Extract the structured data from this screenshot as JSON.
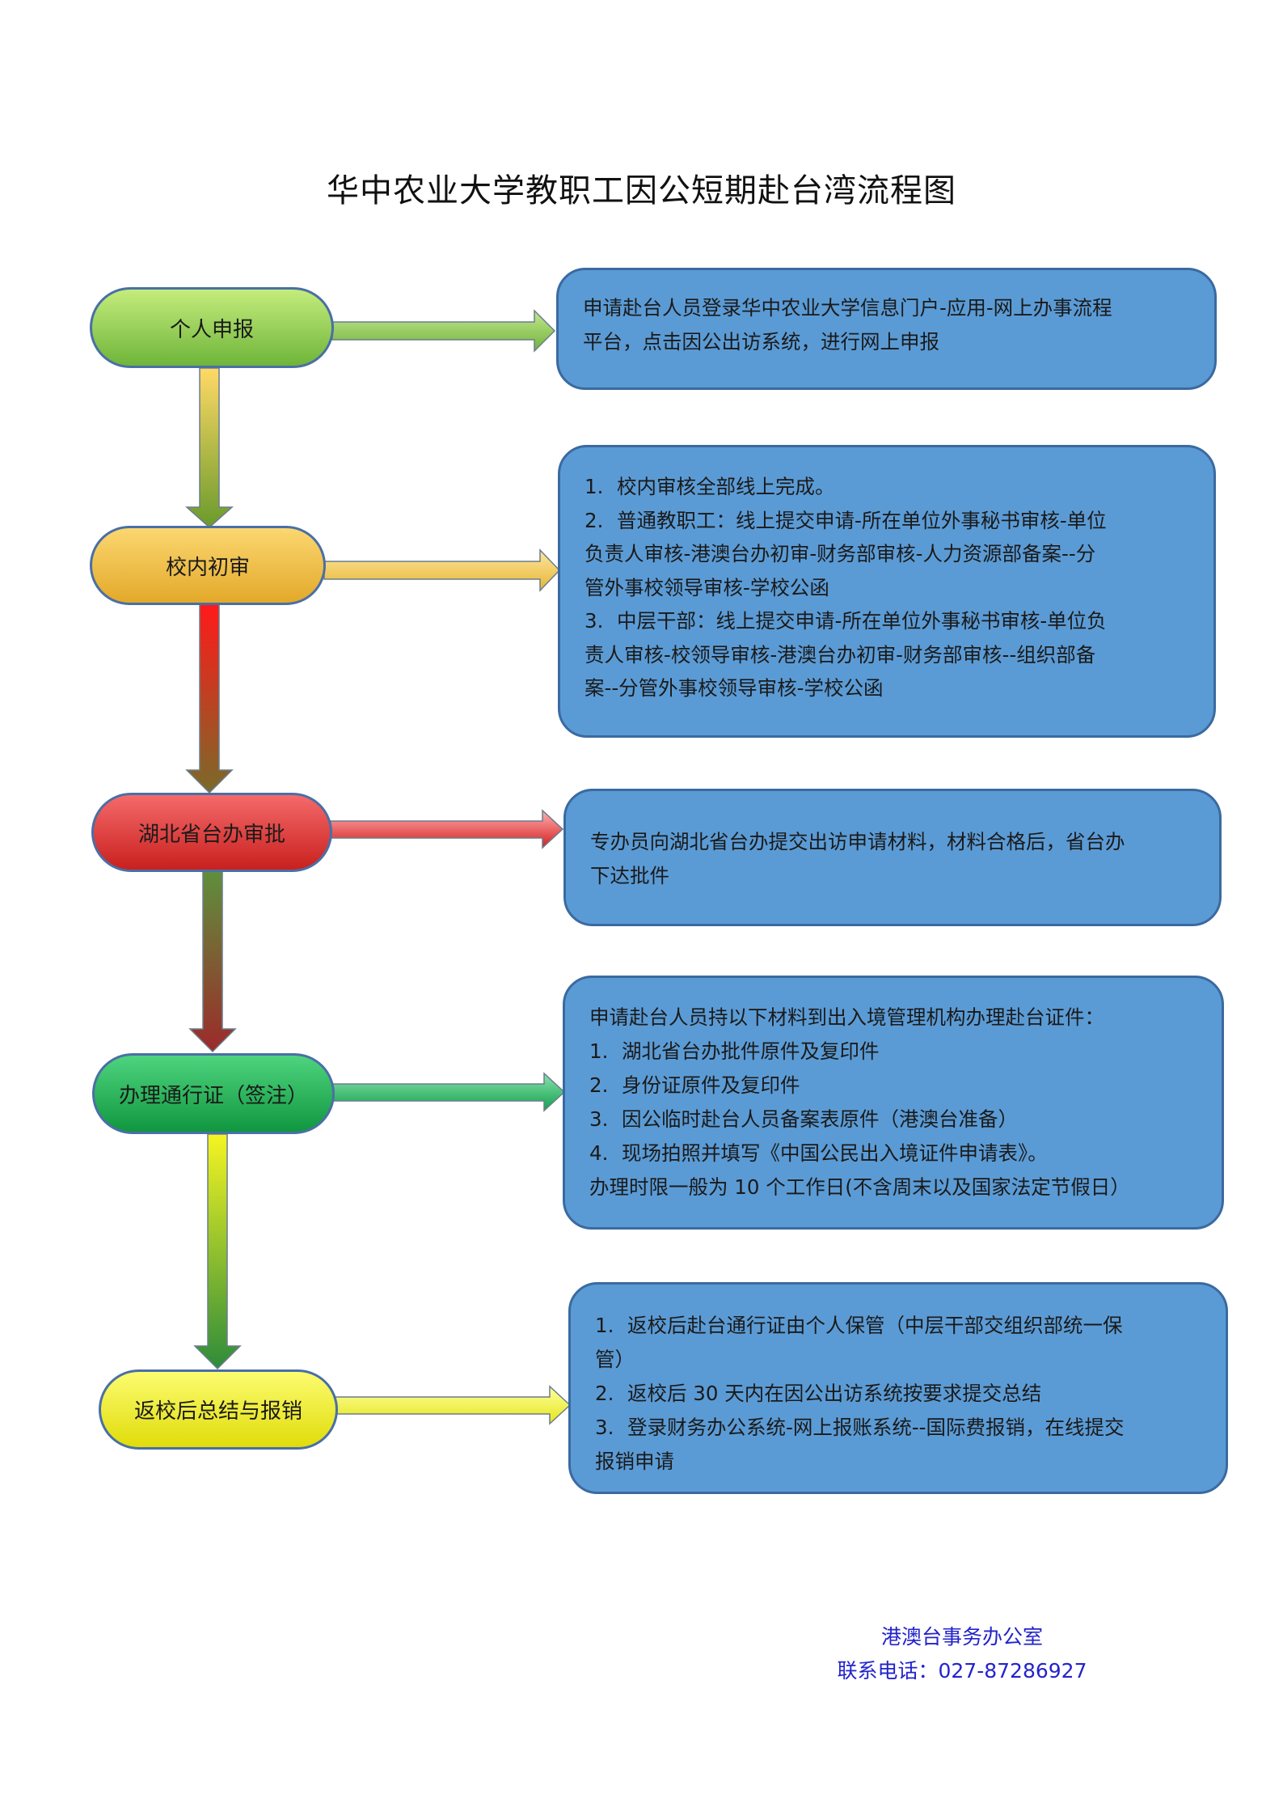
{
  "title": "华中农业大学教职工因公短期赴台湾流程图",
  "steps": [
    {
      "label": "个人申报"
    },
    {
      "label": "校内初审"
    },
    {
      "label": "湖北省台办审批"
    },
    {
      "label": "办理通行证（签注）"
    },
    {
      "label": "返校后总结与报销"
    }
  ],
  "boxes": {
    "b1": {
      "lines": [
        "申请赴台人员登录华中农业大学信息门户-应用-网上办事流程",
        "平台，点击因公出访系统，进行网上申报"
      ]
    },
    "b2": {
      "item1": {
        "num": "1.",
        "lines": [
          "校内审核全部线上完成。"
        ]
      },
      "item2": {
        "num": "2.",
        "lines": [
          "普通教职工：线上提交申请-所在单位外事秘书审核-单位",
          "负责人审核-港澳台办初审-财务部审核-人力资源部备案--分",
          "管外事校领导审核-学校公函"
        ]
      },
      "item3": {
        "num": "3.",
        "lines": [
          "中层干部：线上提交申请-所在单位外事秘书审核-单位负",
          "责人审核-校领导审核-港澳台办初审-财务部审核--组织部备",
          "案--分管外事校领导审核-学校公函"
        ]
      }
    },
    "b3": {
      "lines": [
        "专办员向湖北省台办提交出访申请材料，材料合格后，省台办",
        "下达批件"
      ]
    },
    "b4": {
      "intro": "申请赴台人员持以下材料到出入境管理机构办理赴台证件：",
      "items": [
        {
          "num": "1.",
          "text": "湖北省台办批件原件及复印件"
        },
        {
          "num": "2.",
          "text": "身份证原件及复印件"
        },
        {
          "num": "3.",
          "text": "因公临时赴台人员备案表原件（港澳台准备）"
        },
        {
          "num": "4.",
          "text": "现场拍照并填写《中国公民出入境证件申请表》。"
        }
      ],
      "outro": "办理时限一般为 10 个工作日(不含周末以及国家法定节假日）"
    },
    "b5": {
      "item1": {
        "num": "1.",
        "lines": [
          "返校后赴台通行证由个人保管（中层干部交组织部统一保",
          "管）"
        ]
      },
      "item2": {
        "num": "2.",
        "lines": [
          "返校后 30 天内在因公出访系统按要求提交总结"
        ]
      },
      "item3": {
        "num": "3.",
        "lines": [
          "登录财务办公系统-网上报账系统--国际费报销，在线提交",
          "报销申请"
        ]
      }
    }
  },
  "footer": {
    "office": "港澳台事务办公室",
    "phone": "联系电话：027-87286927"
  }
}
